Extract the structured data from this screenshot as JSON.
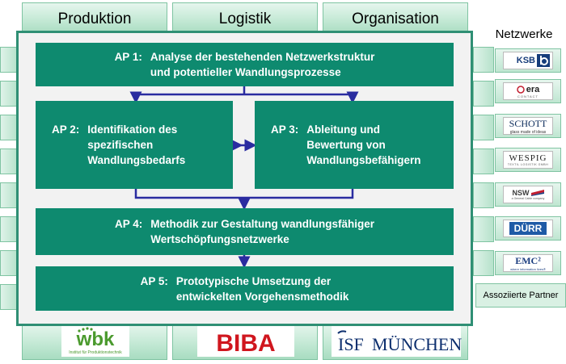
{
  "top_tabs": [
    "Produktion",
    "Logistik",
    "Organisation"
  ],
  "network_title": "Netzwerke",
  "work_packages": {
    "ap1": {
      "num": "AP 1:",
      "line1": "Analyse der bestehenden Netzwerkstruktur",
      "line2": "und potentieller Wandlungsprozesse"
    },
    "ap2": {
      "num": "AP 2:",
      "line1": "Identifikation des",
      "line2": "spezifischen",
      "line3": "Wandlungsbedarfs"
    },
    "ap3": {
      "num": "AP 3:",
      "line1": "Ableitung und",
      "line2": "Bewertung von",
      "line3": "Wandlungsbefähigern"
    },
    "ap4": {
      "num": "AP 4:",
      "line1": "Methodik zur Gestaltung wandlungsfähiger",
      "line2": "Wertschöpfungsnetzwerke"
    },
    "ap5": {
      "num": "AP 5:",
      "line1": "Prototypische Umsetzung der",
      "line2": "entwickelten Vorgehensmethodik"
    }
  },
  "partners": [
    {
      "name": "KSB",
      "icon": "ksb-logo"
    },
    {
      "name": "era",
      "sub": "CONTACT",
      "icon": "era-contact-logo"
    },
    {
      "name": "SCHOTT",
      "sub": "glass made of ideas",
      "icon": "schott-logo"
    },
    {
      "name": "WESPIG",
      "sub": "TEXTIL LOGISTIK GMBH",
      "icon": "wespig-logo"
    },
    {
      "name": "NSW",
      "sub": "a General Cable company",
      "icon": "nsw-logo"
    },
    {
      "name": "DÜRR",
      "icon": "duerr-logo"
    },
    {
      "name": "EMC²",
      "sub": "where information lives®",
      "icon": "emc-logo"
    }
  ],
  "associated_label": "Assoziierte Partner",
  "institutes": [
    {
      "name": "wbk",
      "sub": "Institut für Produktionstechnik",
      "icon": "wbk-logo"
    },
    {
      "name": "BIBA",
      "icon": "biba-logo"
    },
    {
      "name": "ISF",
      "name2": "MÜNCHEN",
      "icon": "isf-muenchen-logo"
    }
  ],
  "colors": {
    "box": "#0e8a6f",
    "connector": "#2a2ca0",
    "frame": "#2f8f74",
    "tab": "#c4e9d5",
    "biba_red": "#d0161e",
    "wbk_green": "#4b9a2e",
    "isf_blue": "#0d2f6e"
  }
}
